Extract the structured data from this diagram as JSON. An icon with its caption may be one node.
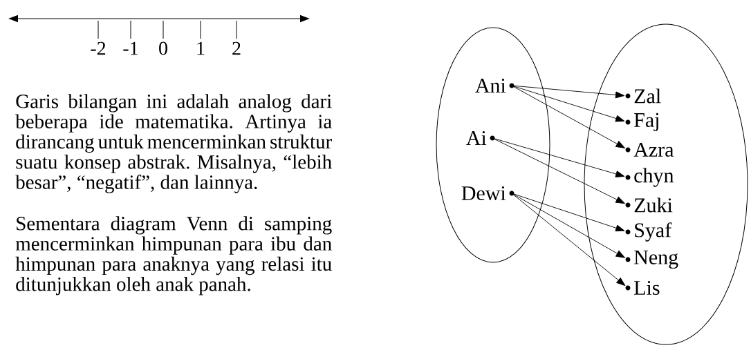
{
  "diagram": {
    "nodes": [
      {
        "text": [],
        "shape": "ellipse"
      },
      {
        "text": [],
        "shape": "ellipse"
      },
      {
        "text": [
          "Ani"
        ],
        "in": 0
      },
      {
        "text": [
          "Ai"
        ],
        "in": 0
      },
      {
        "text": [
          "Dewi"
        ],
        "in": 0
      },
      {
        "text": [
          "Zal"
        ],
        "in": 1
      },
      {
        "text": [
          "Faj"
        ],
        "in": 1
      },
      {
        "text": [
          "Azra"
        ],
        "in": 1
      },
      {
        "text": [
          "chyn"
        ],
        "in": 1
      },
      {
        "text": [
          "Zuki"
        ],
        "in": 1
      },
      {
        "text": [
          "Syaf"
        ],
        "in": 1
      },
      {
        "text": [
          "Neng"
        ],
        "in": 1
      },
      {
        "text": [
          "Lis"
        ],
        "in": 1
      }
    ],
    "edges": [
      {
        "from": 2,
        "to": 5,
        "arrow": "to"
      },
      {
        "from": 2,
        "to": 6,
        "arrow": "to"
      },
      {
        "from": 2,
        "to": 7,
        "arrow": "to"
      },
      {
        "from": 3,
        "to": 8,
        "arrow": "to"
      },
      {
        "from": 3,
        "to": 9,
        "arrow": "to"
      },
      {
        "from": 4,
        "to": 10,
        "arrow": "to"
      },
      {
        "from": 4,
        "to": 11,
        "arrow": "to"
      },
      {
        "from": 4,
        "to": 12,
        "arrow": "to"
      }
    ],
    "labels": [
      "-2",
      "-1",
      "0",
      "1",
      "2",
      "Garis bilangan ini adalah analog dari beberapa ide matematika. Artinya ia dirancang untuk mencerminkan struktur suatu konsep abstrak. Misalnya, “lebih besar”, “negatif”, dan lainnya.",
      "Sementara diagram Venn di samping mencerminkan himpunan para ibu dan himpunan para anaknya yang relasi itu ditunjukkan oleh anak panah."
    ]
  }
}
